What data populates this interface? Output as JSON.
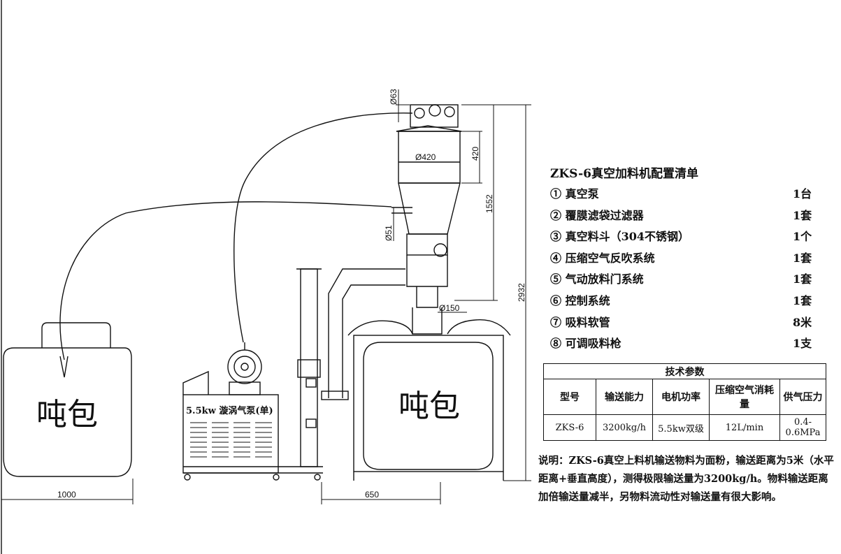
{
  "drawing": {
    "left_bag_label": "吨包",
    "right_bag_label": "吨包",
    "pump_label": "5.5kw 漩涡气泵(单)",
    "dims": {
      "d63": "Ø63",
      "d420": "Ø420",
      "h420": "420",
      "h1552": "1552",
      "h2932": "2932",
      "d51": "Ø51",
      "d150": "Ø150",
      "w1000": "1000",
      "w650": "650"
    }
  },
  "config": {
    "title": "ZKS-6真空加料机配置清单",
    "items": [
      {
        "no": "①",
        "name": "真空泵",
        "qty": "1台"
      },
      {
        "no": "②",
        "name": "覆膜滤袋过滤器",
        "qty": "1套"
      },
      {
        "no": "③",
        "name": "真空料斗（304不锈钢）",
        "qty": "1个"
      },
      {
        "no": "④",
        "name": "压缩空气反吹系统",
        "qty": "1套"
      },
      {
        "no": "⑤",
        "name": "气动放料门系统",
        "qty": "1套"
      },
      {
        "no": "⑥",
        "name": "控制系统",
        "qty": "1套"
      },
      {
        "no": "⑦",
        "name": "吸料软管",
        "qty": "8米"
      },
      {
        "no": "⑧",
        "name": "可调吸料枪",
        "qty": "1支"
      }
    ]
  },
  "params": {
    "caption": "技术参数",
    "headers": [
      "型号",
      "输送能力",
      "电机功率",
      "压缩空气消耗量",
      "供气压力"
    ],
    "values": [
      "ZKS-6",
      "3200kg/h",
      "5.5kw双级",
      "12L/min",
      "0.4-0.6MPa"
    ]
  },
  "note": "说明：ZKS-6真空上料机输送物料为面粉，输送距离为5米（水平距离+垂直高度），测得极限输送量为3200kg/h。物料输送距离加倍输送量减半，另物料流动性对输送量有很大影响。"
}
